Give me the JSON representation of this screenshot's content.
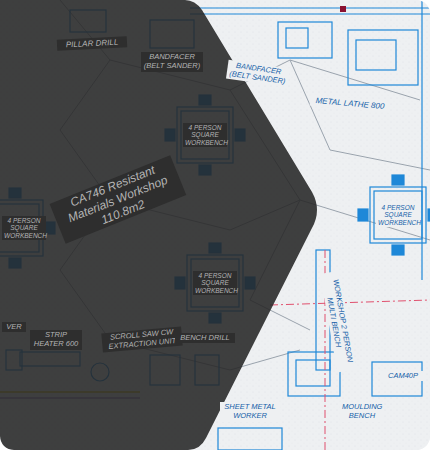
{
  "diagram": {
    "labels": [
      "PILLAR DRILL",
      "BANDFACER (BELT SANDER)",
      "BANDFACER (BELT SANDER)",
      "METAL LATHE 800",
      "CA746 Resistant Materials Workshop 110.8m2",
      "4 PERSON SQUARE WORKBENCH",
      "4 PERSON SQUARE WORKBENCH",
      "4 PERSON SQUARE WORKBENCH",
      "4 PERSON SQUARE WORKBENCH",
      "WORKSHOP 2 PERSON MULTI BENCH",
      "SCROLL SAW CW EXTRACTION UNIT",
      "BENCH DRILL",
      "STRIP HEATER 600",
      "SHEET METAL WORKER",
      "MOULDING BENCH",
      "CAM40P",
      "VER"
    ]
  }
}
